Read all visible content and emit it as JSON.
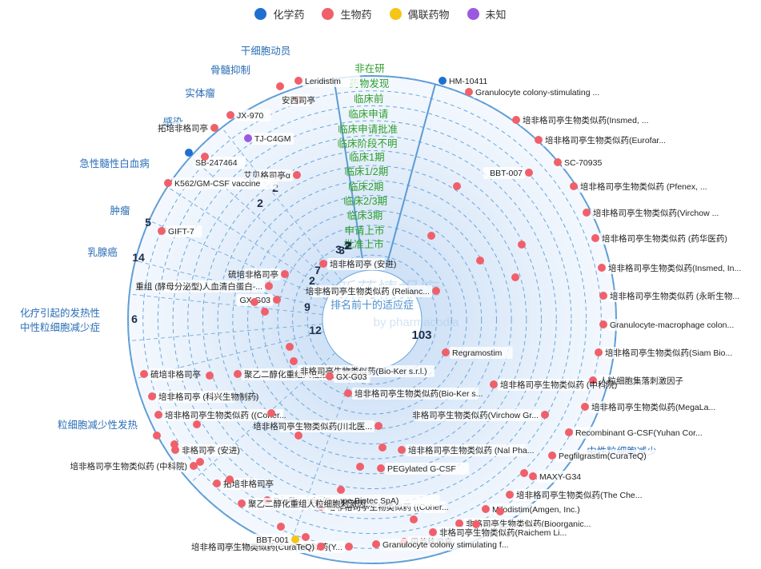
{
  "legend": [
    {
      "label": "化学药",
      "color": "#1f6fd1"
    },
    {
      "label": "生物药",
      "color": "#f0606a"
    },
    {
      "label": "偶联药物",
      "color": "#f5c518"
    },
    {
      "label": "未知",
      "color": "#9b59e0"
    }
  ],
  "chart_data": {
    "type": "polar-scatter",
    "center_title": "排名前十的适应症",
    "watermark": "新药情报库",
    "watermark_sub": "by pharmacodia",
    "phases": [
      "非在研",
      "药物发现",
      "临床前",
      "临床申请",
      "临床申请批准",
      "临床阶段不明",
      "临床1期",
      "临床1/2期",
      "临床2期",
      "临床2/3期",
      "临床3期",
      "申请上市",
      "批准上市"
    ],
    "indications": [
      {
        "name": "中性粒细胞减少",
        "count": "103"
      },
      {
        "name": "粒细胞减少性发热",
        "count": "12"
      },
      {
        "name": "化疗引起的发热性中性粒细胞减少症",
        "count": "9"
      },
      {
        "name": "乳腺癌",
        "count": "7"
      },
      {
        "name": "肿瘤",
        "count": "2"
      },
      {
        "name": "急性髓性白血病",
        "count": "2"
      },
      {
        "name": "感染",
        "count": "2"
      },
      {
        "name": "实体瘤",
        "count": "3"
      },
      {
        "name": "骨髓抑制",
        "count": "2"
      },
      {
        "name": "干细胞动员",
        "count": "3"
      }
    ],
    "sector_labels": [
      {
        "name": "干细胞动员"
      },
      {
        "name": "骨髓抑制"
      },
      {
        "name": "实体瘤"
      },
      {
        "name": "感染"
      },
      {
        "name": "急性髓性白血病"
      },
      {
        "name": "肿瘤"
      },
      {
        "name": "乳腺癌"
      },
      {
        "name": "化疗引起的发热性中性粒细胞减少症"
      },
      {
        "name": "粒细胞减少性发热"
      },
      {
        "name": "中性粒细胞减少"
      }
    ],
    "counts_on_chart": [
      {
        "value": "3"
      },
      {
        "value": "2"
      },
      {
        "value": "2"
      },
      {
        "value": "2"
      },
      {
        "value": "5"
      },
      {
        "value": "14"
      },
      {
        "value": "6"
      },
      {
        "value": "3"
      },
      {
        "value": "2"
      },
      {
        "value": "7"
      },
      {
        "value": "2"
      },
      {
        "value": "9"
      },
      {
        "value": "12"
      },
      {
        "value": "103"
      }
    ],
    "points": [
      {
        "label": "Leridistim",
        "color": "#f0606a"
      },
      {
        "label": "",
        "color": "#f0606a"
      },
      {
        "label": "安西司亭",
        "color": "#f0606a"
      },
      {
        "label": "艾贝格司亭α",
        "color": "#f0606a"
      },
      {
        "label": "JX-970",
        "color": "#f0606a"
      },
      {
        "label": "TJ-C4GM",
        "color": "#9b59e0"
      },
      {
        "label": "拓培非格司亭",
        "color": "#f0606a"
      },
      {
        "label": "SB-247464",
        "color": "#1f6fd1"
      },
      {
        "label": "",
        "color": "#f0606a"
      },
      {
        "label": "K562/GM-CSF vaccine",
        "color": "#f0606a"
      },
      {
        "label": "GIFT-7",
        "color": "#f0606a"
      },
      {
        "label": "硫培非格司亭",
        "color": "#f0606a"
      },
      {
        "label": "重组 (酵母分泌型)人血清白蛋白-...",
        "color": "#f0606a"
      },
      {
        "label": "GX-G03",
        "color": "#f0606a"
      },
      {
        "label": "",
        "color": "#f0606a"
      },
      {
        "label": "",
        "color": "#f0606a"
      },
      {
        "label": "",
        "color": "#f0606a"
      },
      {
        "label": "培非格司亭 (安进)",
        "color": "#f0606a"
      },
      {
        "label": "HM-10411",
        "color": "#1f6fd1"
      },
      {
        "label": "Granulocyte colony-stimulating ...",
        "color": "#f0606a"
      },
      {
        "label": "培非格司亭生物类似药(Insmed, ...",
        "color": "#f0606a"
      },
      {
        "label": "培非格司亭生物类似药(Eurofar...",
        "color": "#f0606a"
      },
      {
        "label": "SC-70935",
        "color": "#f0606a"
      },
      {
        "label": "BBT-007",
        "color": "#f0606a"
      },
      {
        "label": "培非格司亭生物类似药 (Pfenex, ...",
        "color": "#f0606a"
      },
      {
        "label": "培非格司亭生物类似药(Virchow ...",
        "color": "#f0606a"
      },
      {
        "label": "培非格司亭生物类似药 (药华医药)",
        "color": "#f0606a"
      },
      {
        "label": "培非格司亭生物类似药(Insmed, In...",
        "color": "#f0606a"
      },
      {
        "label": "培非格司亭生物类似药 (永昕生物...",
        "color": "#f0606a"
      },
      {
        "label": "Granulocyte-macrophage colon...",
        "color": "#f0606a"
      },
      {
        "label": "培非格司亭生物类似药(Siam Bio...",
        "color": "#f0606a"
      },
      {
        "label": "人粒细胞集落刺激因子",
        "color": "#f0606a"
      },
      {
        "label": "培非格司亭生物类似药(MegaLa...",
        "color": "#f0606a"
      },
      {
        "label": "Recombinant G-CSF(Yuhan Cor...",
        "color": "#f0606a"
      },
      {
        "label": "Pegfilgrastim(CuraTeQ)",
        "color": "#f0606a"
      },
      {
        "label": "MAXY-G34",
        "color": "#f0606a"
      },
      {
        "label": "培非格司亭生物类似药(The Che...",
        "color": "#f0606a"
      },
      {
        "label": "Milodistim(Amgen, Inc.)",
        "color": "#f0606a"
      },
      {
        "label": "非格司亭生物类似药(Bioorganic...",
        "color": "#f0606a"
      },
      {
        "label": "非格司亭生物类似药(Raichem Li...",
        "color": "#f0606a"
      },
      {
        "label": "巴芦格司亭",
        "color": "#f0606a"
      },
      {
        "label": "Granulocyte colony stimulating f...",
        "color": "#f0606a"
      },
      {
        "label": "聚乙二醇非格司亭生物类似药(Y...",
        "color": "#f0606a"
      },
      {
        "label": "培非格司亭生物类似药(CuraTeQ)",
        "color": "#f0606a"
      },
      {
        "label": "BBT-001",
        "color": "#f5c518"
      },
      {
        "label": "培非格司亭生物类似药  ((Coher...",
        "color": "#f0606a"
      },
      {
        "label": "Pegfilgrastim(Dompe Biotec SpA)",
        "color": "#f0606a"
      },
      {
        "label": "聚乙二醇化重组人粒细胞刺激因...",
        "color": "#f0606a"
      },
      {
        "label": "拓培非格司亭",
        "color": "#f0606a"
      },
      {
        "label": "培非格司亭生物类似药 (中科院)",
        "color": "#f0606a"
      },
      {
        "label": "非格司亭  (安进)",
        "color": "#f0606a"
      },
      {
        "label": "培非格司亭生物类似药  ((Coher...",
        "color": "#f0606a"
      },
      {
        "label": "培非格司亭 (科兴生物制药)",
        "color": "#f0606a"
      },
      {
        "label": "硫培非格司亭",
        "color": "#f0606a"
      },
      {
        "label": "聚乙二醇化重组人粒细胞刺激因...",
        "color": "#f0606a"
      },
      {
        "label": "非格司亭生物类似药(Bio-Ker s.r.l.)",
        "color": "#f0606a"
      },
      {
        "label": "GX-G03",
        "color": "#f0606a"
      },
      {
        "label": "培非格司亭生物类似药(Bio-Ker s...",
        "color": "#f0606a"
      },
      {
        "label": "培非格司亭生物类似药(川北医...",
        "color": "#f0606a"
      },
      {
        "label": "培非格司亭生物类似药 (Nal Pha...",
        "color": "#f0606a"
      },
      {
        "label": "PEGylated G-CSF",
        "color": "#f0606a"
      },
      {
        "label": "非格司亭生物类似药(Virchow Gr...",
        "color": "#f0606a"
      },
      {
        "label": "培非格司亭生物类似药 (中科院)",
        "color": "#f0606a"
      },
      {
        "label": "Regramostim",
        "color": "#f0606a"
      },
      {
        "label": "培非格司亭生物类似药 (Relianc...",
        "color": "#f0606a"
      },
      {
        "label": "",
        "color": "#f0606a"
      },
      {
        "label": "",
        "color": "#f0606a"
      },
      {
        "label": "",
        "color": "#f0606a"
      },
      {
        "label": "",
        "color": "#f0606a"
      },
      {
        "label": "",
        "color": "#f0606a"
      },
      {
        "label": "",
        "color": "#f0606a"
      },
      {
        "label": "",
        "color": "#f0606a"
      },
      {
        "label": "",
        "color": "#f0606a"
      },
      {
        "label": "",
        "color": "#f0606a"
      },
      {
        "label": "",
        "color": "#f0606a"
      },
      {
        "label": "",
        "color": "#f0606a"
      },
      {
        "label": "",
        "color": "#f0606a"
      },
      {
        "label": "",
        "color": "#f0606a"
      },
      {
        "label": "",
        "color": "#f0606a"
      },
      {
        "label": "",
        "color": "#f0606a"
      },
      {
        "label": "",
        "color": "#f0606a"
      },
      {
        "label": "",
        "color": "#f0606a"
      },
      {
        "label": "",
        "color": "#f0606a"
      },
      {
        "label": "",
        "color": "#f0606a"
      },
      {
        "label": "",
        "color": "#f0606a"
      },
      {
        "label": "",
        "color": "#f0606a"
      },
      {
        "label": "",
        "color": "#f0606a"
      }
    ]
  }
}
